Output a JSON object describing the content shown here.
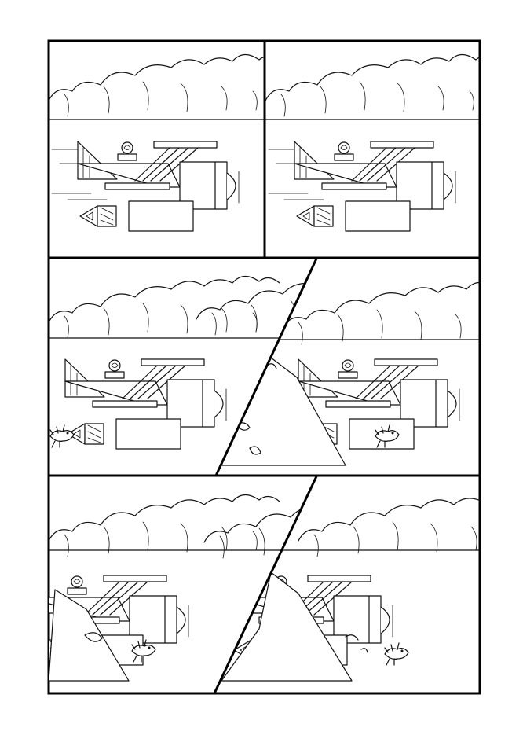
{
  "page": {
    "kind": "comic-page",
    "panel_count": 6,
    "ink_color": "#111111",
    "paper_color": "#ffffff"
  },
  "panels": [
    {
      "name": "panel-1",
      "content": [
        "cloud-bank",
        "horizon",
        "airship",
        "speed-lines"
      ]
    },
    {
      "name": "panel-2",
      "content": [
        "cloud-bank",
        "horizon",
        "airship",
        "speed-lines"
      ]
    },
    {
      "name": "panel-3",
      "content": [
        "cloud-bank",
        "horizon",
        "airship",
        "bird"
      ]
    },
    {
      "name": "panel-4",
      "content": [
        "cloud-bank",
        "horizon",
        "airship",
        "tearing-wing",
        "bird"
      ]
    },
    {
      "name": "panel-5",
      "content": [
        "cloud-bank",
        "horizon",
        "airship",
        "tearing-wing",
        "bird"
      ]
    },
    {
      "name": "panel-6",
      "content": [
        "cloud-bank",
        "horizon",
        "airship",
        "tearing-wing",
        "bird"
      ]
    }
  ]
}
